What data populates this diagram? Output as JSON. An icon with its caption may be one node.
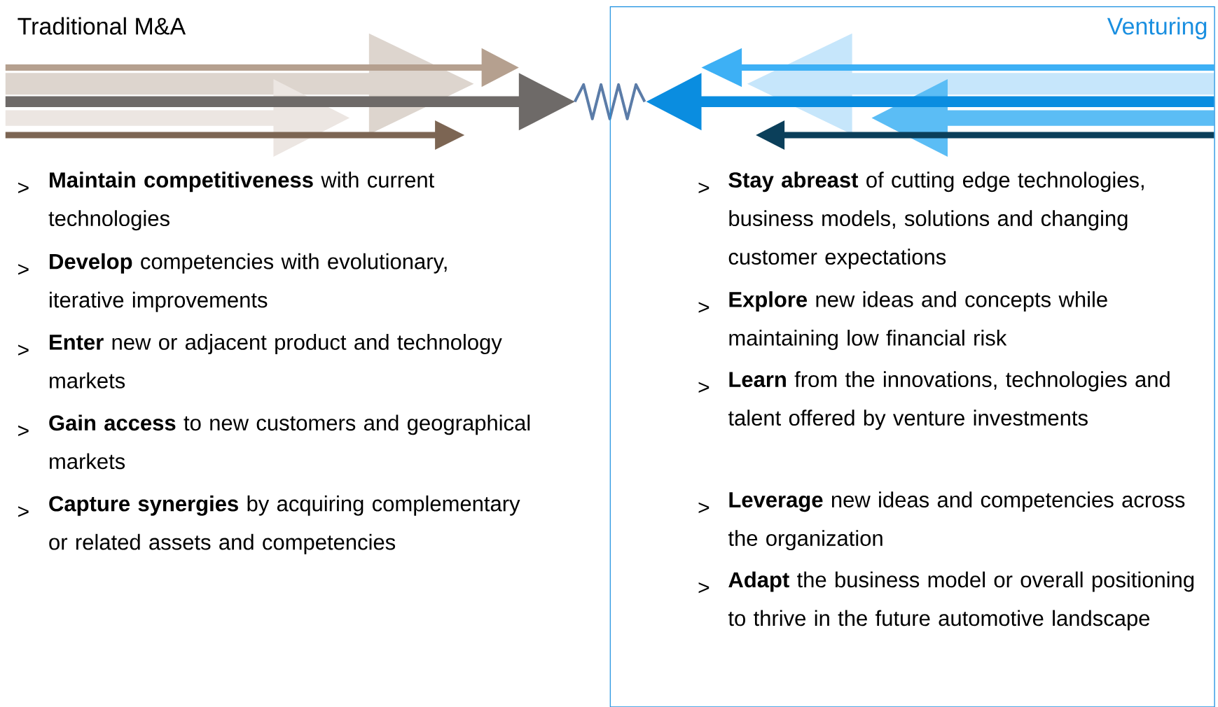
{
  "diagram": {
    "nodes": [
      {
        "text": [
          "Venturing",
          ">",
          "**Stay abreast** of cutting edge technologies, business models, solutions and changing customer expectations",
          ">",
          "**Explore** new ideas and concepts while maintaining low financial risk",
          ">",
          "**Learn** from the innovations, technologies and talent offered by venture investments",
          ">",
          "**Leverage** new ideas and competencies across the organization",
          ">",
          "**Adapt** the business model or overall positioning to thrive in the future automotive landscape"
        ]
      }
    ],
    "edges": [],
    "labels": [
      "Traditional M&A",
      ">",
      "**Maintain competitiveness** with current technologies",
      ">",
      "**Develop** competencies with evolutionary, iterative improvements",
      ">",
      "**Enter** new or adjacent product and technology markets",
      ">",
      "**Gain access** to new customers and geographical markets",
      ">",
      "**Capture synergies** by acquiring complementary or related assets and competencies"
    ]
  }
}
